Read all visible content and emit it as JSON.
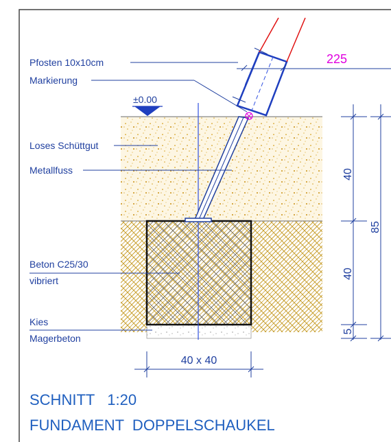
{
  "labels": {
    "pfosten": "Pfosten 10x10cm",
    "markierung": "Markierung",
    "level": "±0.00",
    "loses": "Loses Schüttgut",
    "metallfuss": "Metallfuss",
    "beton_1": "Beton C25/30",
    "beton_2": "vibriert",
    "kies": "Kies",
    "magerbeton": "Magerbeton"
  },
  "dimensions": {
    "top_value": "225",
    "upper_height": "40",
    "total_height": "85",
    "lower_height": "40",
    "base_height": "5",
    "footprint": "40 x 40"
  },
  "title": {
    "line1": "SCHNITT   1:20",
    "line2": "FUNDAMENT  DOPPELSCHAUKEL"
  },
  "colors": {
    "line_blue": "#1f3f9f",
    "axis_blue": "#3050e0",
    "post_red": "#e01010",
    "magenta": "#e000e0",
    "soil": "#d4a020",
    "gravel_hatch": "#c9a030"
  }
}
